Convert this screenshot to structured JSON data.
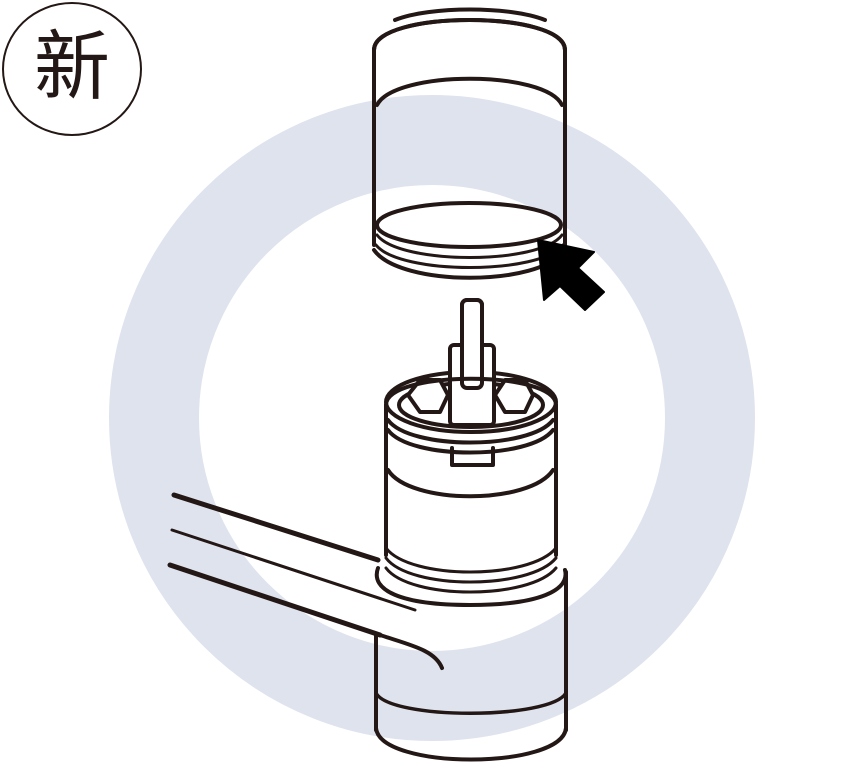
{
  "badge": {
    "label": "新",
    "meaning": "new"
  },
  "colors": {
    "ring": "#dfe3ee",
    "line": "#231815",
    "background": "#ffffff",
    "arrow": "#000000"
  },
  "illustration": {
    "parts": [
      "aerator-cap",
      "cartridge",
      "faucet-body",
      "spout"
    ],
    "arrow_target": "aerator-cap-thread"
  }
}
